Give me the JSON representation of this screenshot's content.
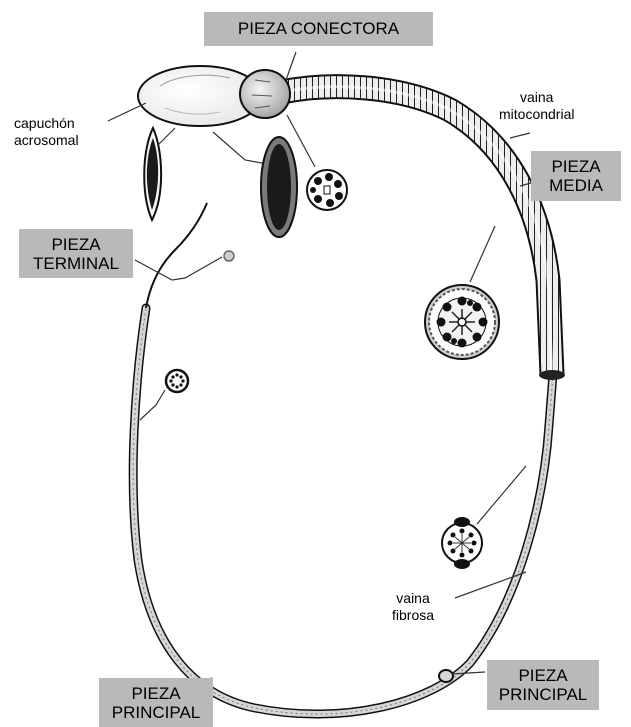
{
  "labels": {
    "connecting_piece": "PIEZA CONECTORA",
    "acrosomal_cap": [
      "capuchón",
      "acrosomal"
    ],
    "terminal_piece": [
      "PIEZA",
      "TERMINAL"
    ],
    "mitochondrial_sheath": [
      "vaina",
      "mitocondrial"
    ],
    "middle_piece": [
      "PIEZA",
      "MEDIA"
    ],
    "fibrous_sheath": [
      "vaina",
      "fibrosa"
    ],
    "principal_piece_right": [
      "PIEZA",
      "PRINCIPAL"
    ],
    "principal_piece_bottom": [
      "PIEZA",
      "PRINCIPAL"
    ]
  },
  "colors": {
    "label_box": "#b9b9b9",
    "line": "#333333",
    "ink": "#111111"
  }
}
